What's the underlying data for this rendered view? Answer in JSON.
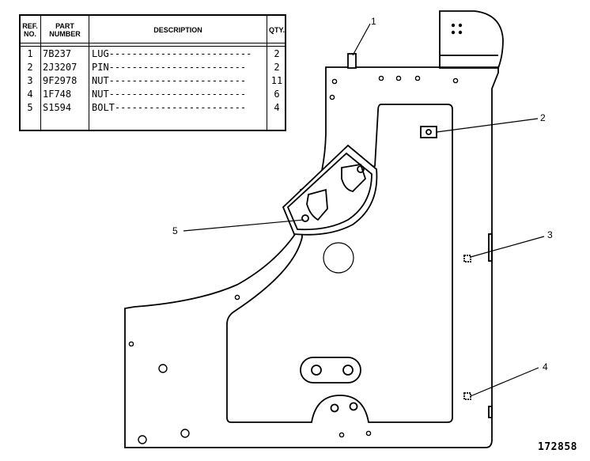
{
  "table": {
    "headers": {
      "ref_no": "REF. NO.",
      "part_number": "PART NUMBER",
      "description": "DESCRIPTION",
      "qty": "QTY."
    },
    "rows": [
      {
        "ref": "1",
        "part": "7B237",
        "desc": "LUG-------------------------",
        "qty": "2"
      },
      {
        "ref": "2",
        "part": "2J3207",
        "desc": "PIN------------------------",
        "qty": "2"
      },
      {
        "ref": "3",
        "part": "9F2978",
        "desc": "NUT------------------------",
        "qty": "11"
      },
      {
        "ref": "4",
        "part": "1F748",
        "desc": "NUT------------------------",
        "qty": "6"
      },
      {
        "ref": "5",
        "part": "S1594",
        "desc": "BOLT-----------------------",
        "qty": "4"
      }
    ]
  },
  "callouts": {
    "c1": "1",
    "c2": "2",
    "c3": "3",
    "c4": "4",
    "c5": "5"
  },
  "figure_number": "172858"
}
